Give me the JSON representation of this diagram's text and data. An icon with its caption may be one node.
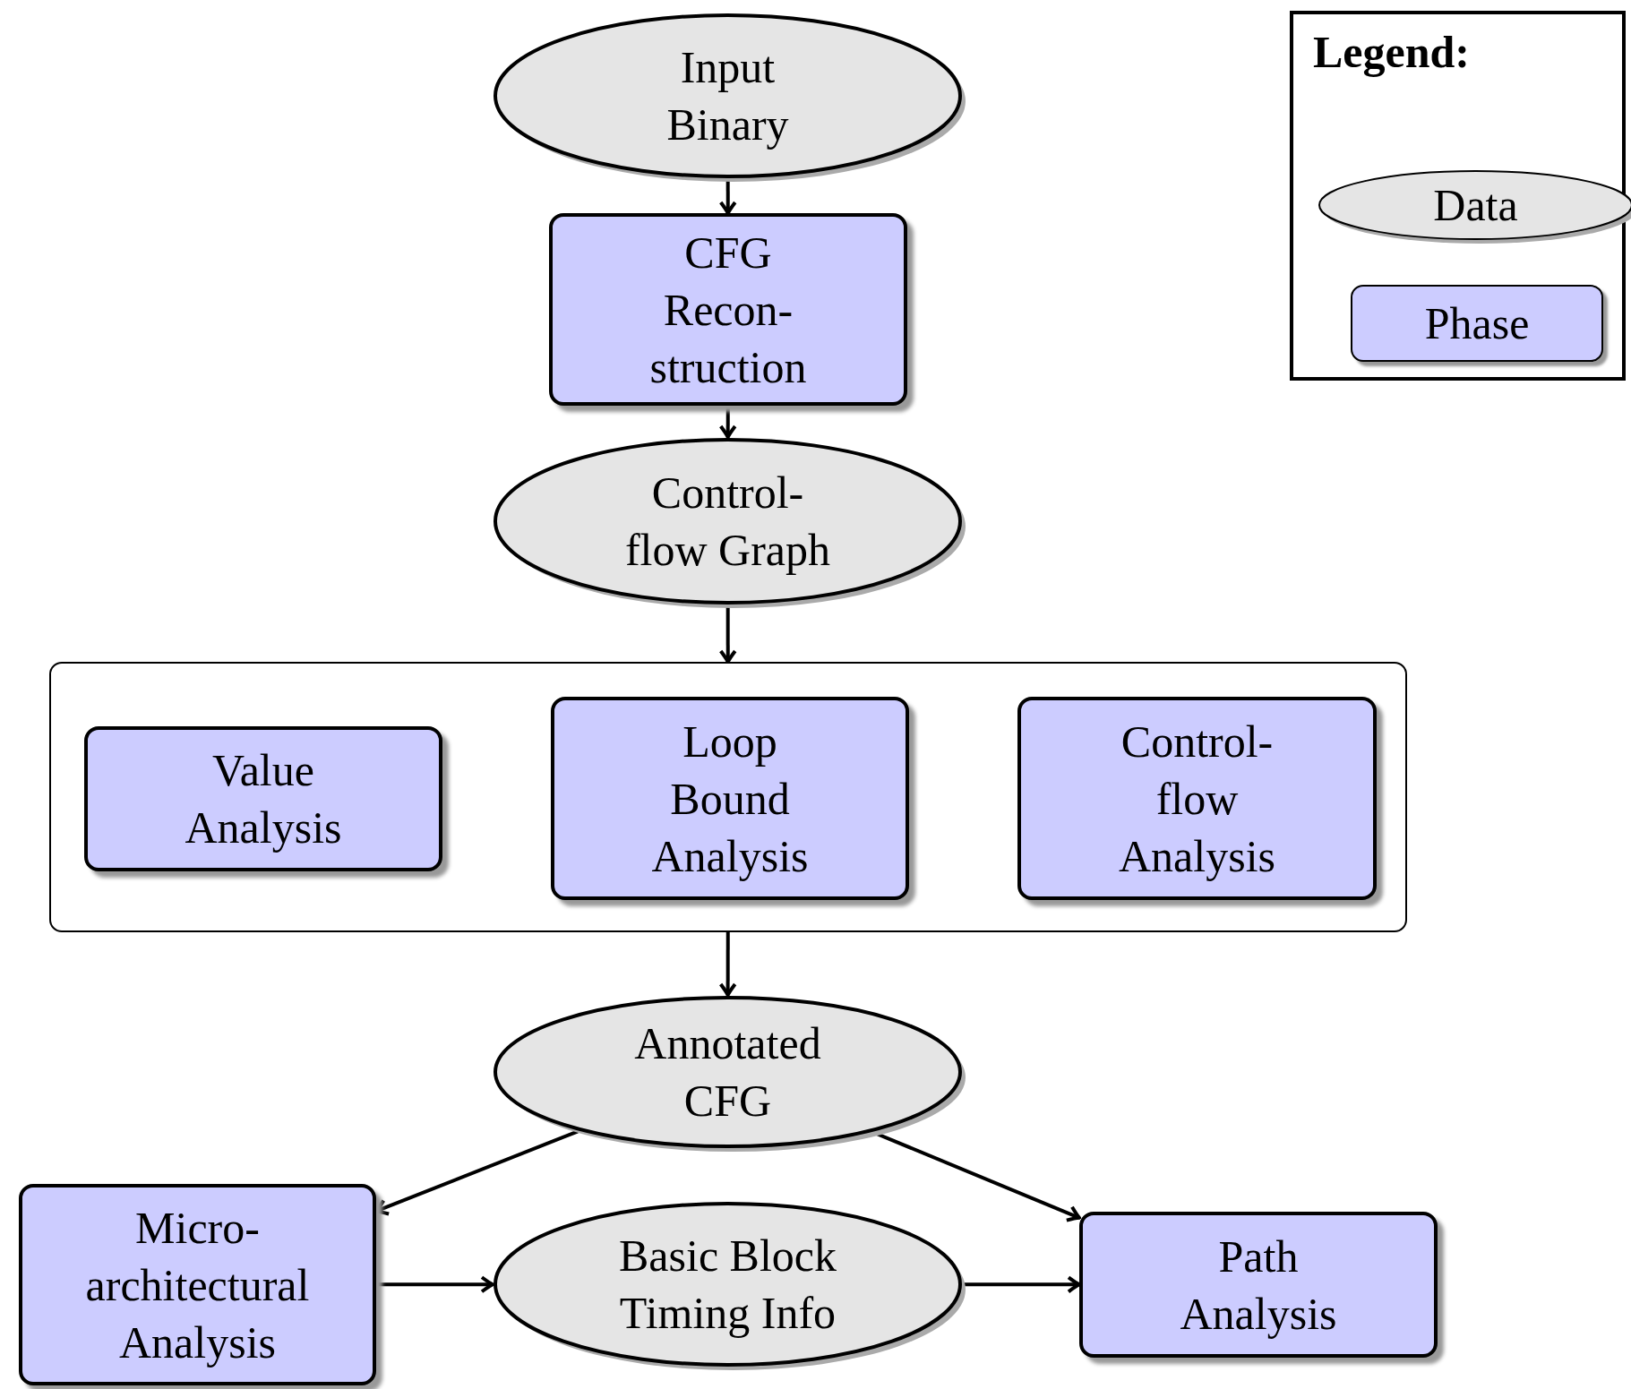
{
  "diagram": {
    "nodes": [
      {
        "text": [
          "Input Binary"
        ]
      },
      {
        "text": [
          "CFG Recon- struction"
        ]
      },
      {
        "text": [
          "Control- flow Graph"
        ]
      },
      {
        "text": [],
        "shape": "box"
      },
      {
        "text": [
          "Value Analysis"
        ],
        "in": 3
      },
      {
        "text": [
          "Loop Bound Analysis"
        ],
        "in": 3
      },
      {
        "text": [
          "Control- flow Analysis"
        ],
        "in": 3
      },
      {
        "text": [
          "Annotated CFG"
        ]
      },
      {
        "text": [
          "Micro- architectural Analysis"
        ]
      },
      {
        "text": [
          "Basic Block Timing Info"
        ]
      },
      {
        "text": [
          "Path Analysis"
        ]
      }
    ],
    "edges": [
      {
        "from": 0,
        "to": 1,
        "arrow": "to"
      },
      {
        "from": 1,
        "to": 2,
        "arrow": "to"
      },
      {
        "from": 2,
        "to": 3,
        "arrow": "to"
      },
      {
        "from": 3,
        "to": 7,
        "arrow": "to"
      },
      {
        "from": 7,
        "to": 8,
        "arrow": "to"
      },
      {
        "from": 7,
        "to": 10,
        "arrow": "to"
      },
      {
        "from": 8,
        "to": 9,
        "arrow": "to"
      },
      {
        "from": 9,
        "to": 10,
        "arrow": "to"
      }
    ],
    "labels": [
      "Legend:"
    ],
    "legend": [
      {
        "text": "Data"
      },
      {
        "text": "Phase"
      }
    ]
  }
}
